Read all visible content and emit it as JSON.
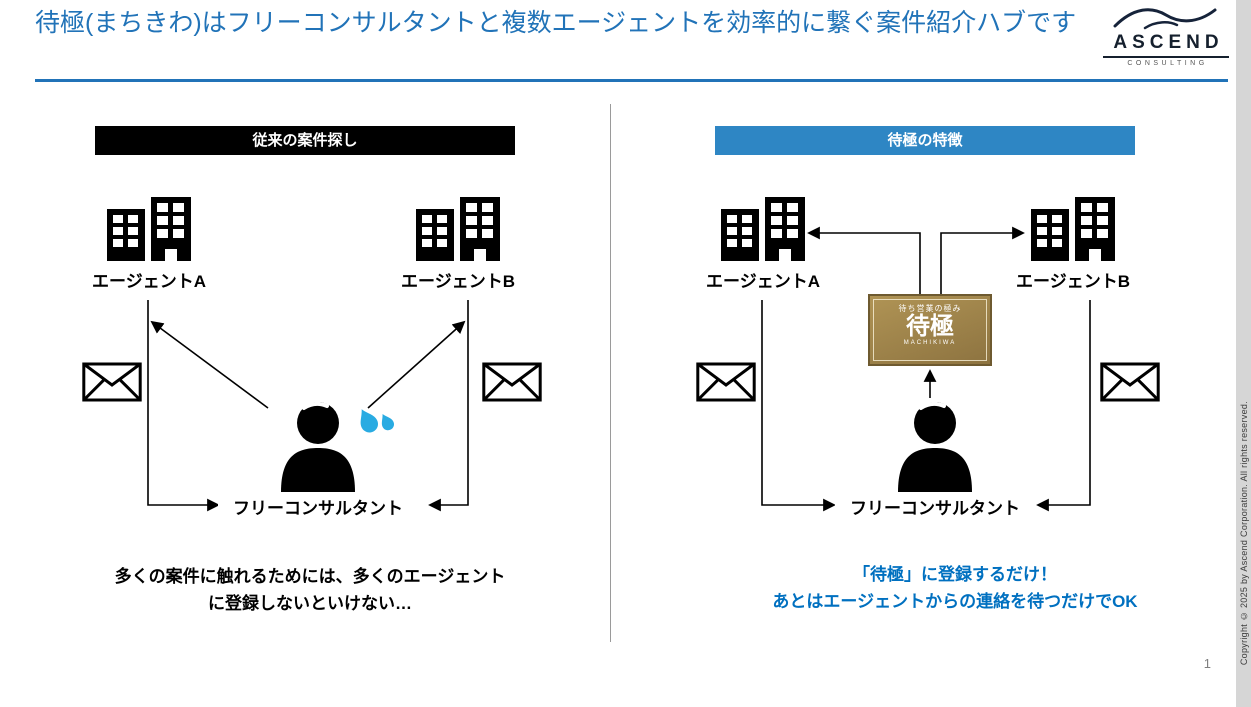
{
  "slide": {
    "title": "待極(まちきわ)はフリーコンサルタントと複数エージェントを効率的に繋ぐ案件紹介ハブです",
    "page_number": "1",
    "copyright": "Copyright © 2025 by Ascend Corporation. All rights reserved."
  },
  "logo": {
    "name": "ASCEND",
    "subtitle": "CONSULTING"
  },
  "left_panel": {
    "header": "従来の案件探し",
    "agent_a_label": "エージェントA",
    "agent_b_label": "エージェントB",
    "consultant_label": "フリーコンサルタント",
    "caption_line1": "多くの案件に触れるためには、多くのエージェント",
    "caption_line2": "に登録しないといけない…"
  },
  "right_panel": {
    "header": "待極の特徴",
    "agent_a_label": "エージェントA",
    "agent_b_label": "エージェントB",
    "consultant_label": "フリーコンサルタント",
    "card": {
      "tagline": "待ち営業の極み",
      "name": "待極",
      "romaji": "MACHIKIWA"
    },
    "caption_line1": "「待極」に登録するだけ！",
    "caption_line2": "あとはエージェントからの連絡を待つだけでOK"
  },
  "icons": {
    "buildings": "building-icon",
    "envelope": "envelope-icon",
    "person": "person-icon",
    "sweat": "sweat-drops-icon",
    "wave": "wave-icon"
  },
  "colors": {
    "title_blue": "#2173B8",
    "header_black": "#000000",
    "header_blue": "#2E86C4",
    "caption_blue": "#0070C0",
    "card_gold": "#A58B4E",
    "sweat_blue": "#29ABE2"
  }
}
